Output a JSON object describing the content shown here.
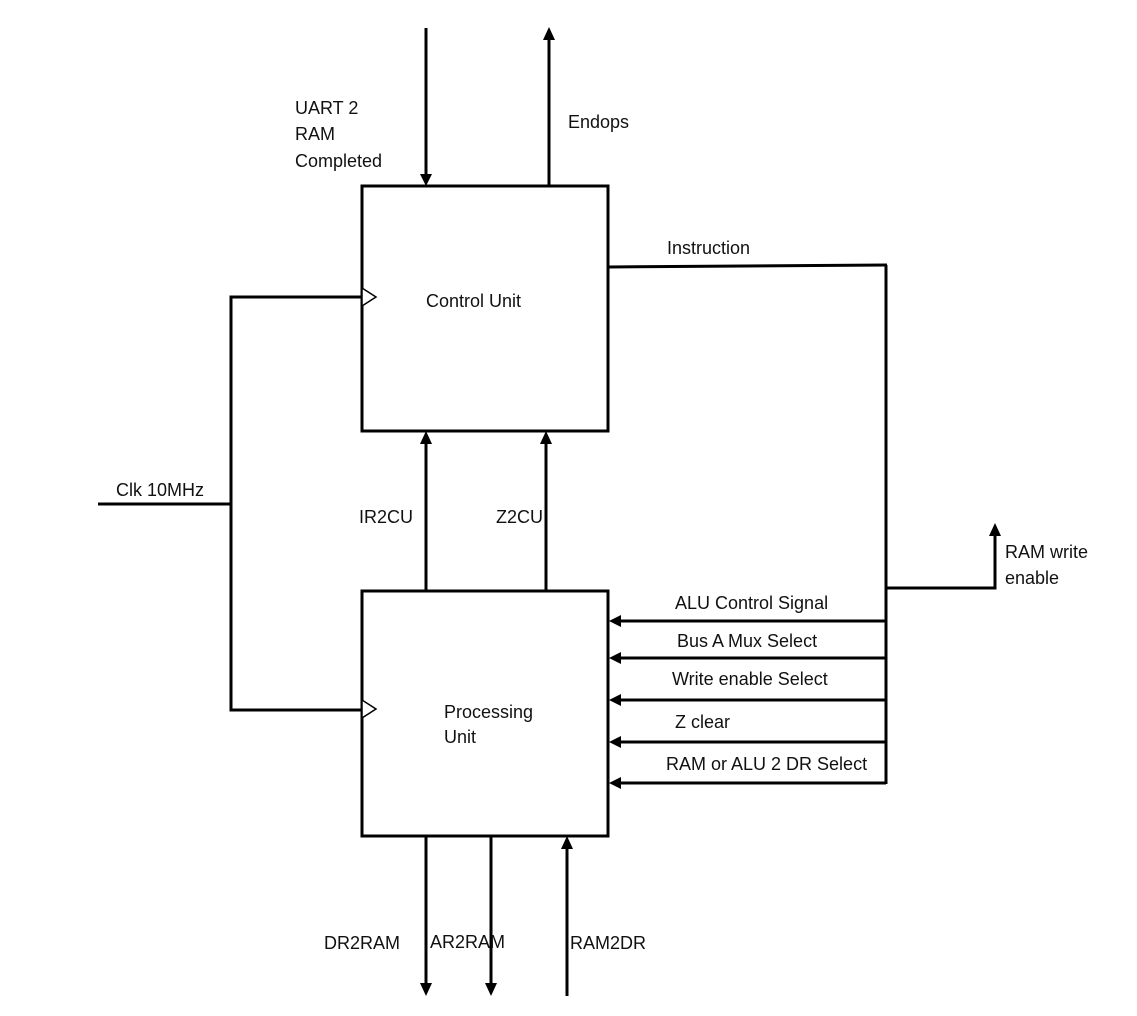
{
  "blocks": {
    "control_unit": "Control Unit",
    "processing_unit": [
      "Processing",
      "Unit"
    ]
  },
  "signals": {
    "uart_ram_completed": [
      "UART 2",
      "RAM",
      "Completed"
    ],
    "endops": "Endops",
    "instruction": "Instruction",
    "clock": "Clk 10MHz",
    "ir2cu": "IR2CU",
    "z2cu": "Z2CU",
    "ram_write_enable": [
      "RAM write",
      "enable"
    ],
    "alu_control": "ALU Control Signal",
    "bus_a_mux": "Bus A Mux Select",
    "write_enable_select": "Write enable Select",
    "z_clear": "Z clear",
    "ram_alu_dr_select": "RAM or ALU 2 DR Select",
    "dr2ram": "DR2RAM",
    "ar2ram": "AR2RAM",
    "ram2dr": "RAM2DR"
  }
}
